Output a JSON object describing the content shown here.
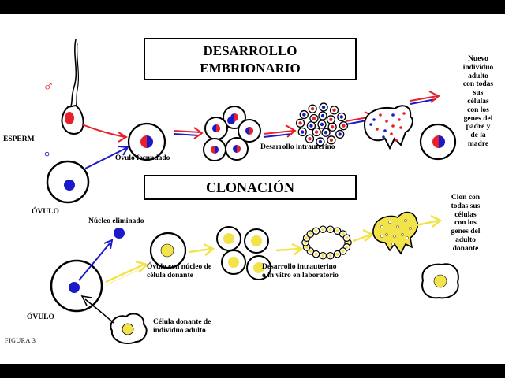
{
  "titles": {
    "desarrollo_line1": "DESARROLLO",
    "desarrollo_line2": "EMBRIONARIO",
    "clonacion": "CLONACIÓN"
  },
  "symbols": {
    "male": "♂",
    "female": "♀"
  },
  "embryo": {
    "espermatozoide": "ESPERM",
    "ovulo": "ÓVULO",
    "ovulo_fecundado": "Óvulo fecundado",
    "desarrollo": "Desarrollo intrauterino",
    "nuevo_individuo": [
      "Nuevo",
      "individuo",
      "adulto",
      "con todas",
      "sus",
      "células",
      "con los",
      "genes del",
      "padre y",
      "de la",
      "madre"
    ]
  },
  "clone": {
    "nucleo_eliminado": "Núcleo eliminado",
    "ovulo_donante": [
      "Óvulo con núcleo de",
      "célula donante"
    ],
    "desarrollo": [
      "Desarrollo intrauterino",
      "o in vitro en laboratorio"
    ],
    "ovulo": "ÓVULO",
    "celula_donante": [
      "Célula donante de",
      "individuo adulto"
    ],
    "clon": [
      "Clon con",
      "todas sus",
      "células",
      "con los",
      "genes del",
      "adulto",
      "donante"
    ]
  },
  "figure_label": "FIGURA 3",
  "colors": {
    "red": "#e8202a",
    "blue": "#1a1ac8",
    "yellow": "#f2e34a",
    "pale_yellow": "#f5f0a0",
    "black": "#000000",
    "background": "#ffffff",
    "frame": "#000000"
  }
}
